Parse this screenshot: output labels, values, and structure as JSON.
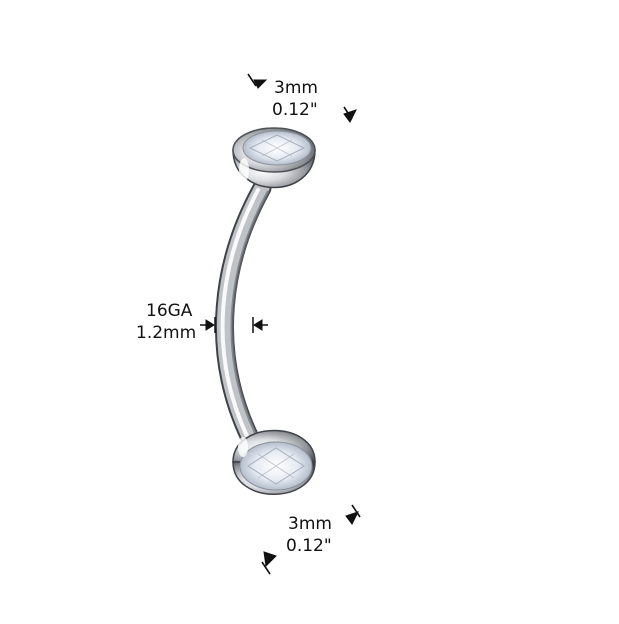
{
  "product": {
    "top_ball": {
      "size_mm": "3mm",
      "size_in": "0.12\""
    },
    "bar": {
      "gauge": "16GA",
      "thickness_mm": "1.2mm"
    },
    "bottom_ball": {
      "size_mm": "3mm",
      "size_in": "0.12\""
    }
  },
  "colors": {
    "background": "#ffffff",
    "metal_light": "#f4f4f6",
    "metal_mid": "#b9bcc2",
    "metal_dark": "#4d5057",
    "crystal": "#e9eef5",
    "ink": "#111111"
  },
  "icons": [
    "dimension-arrow-icon",
    "gem-icon"
  ]
}
